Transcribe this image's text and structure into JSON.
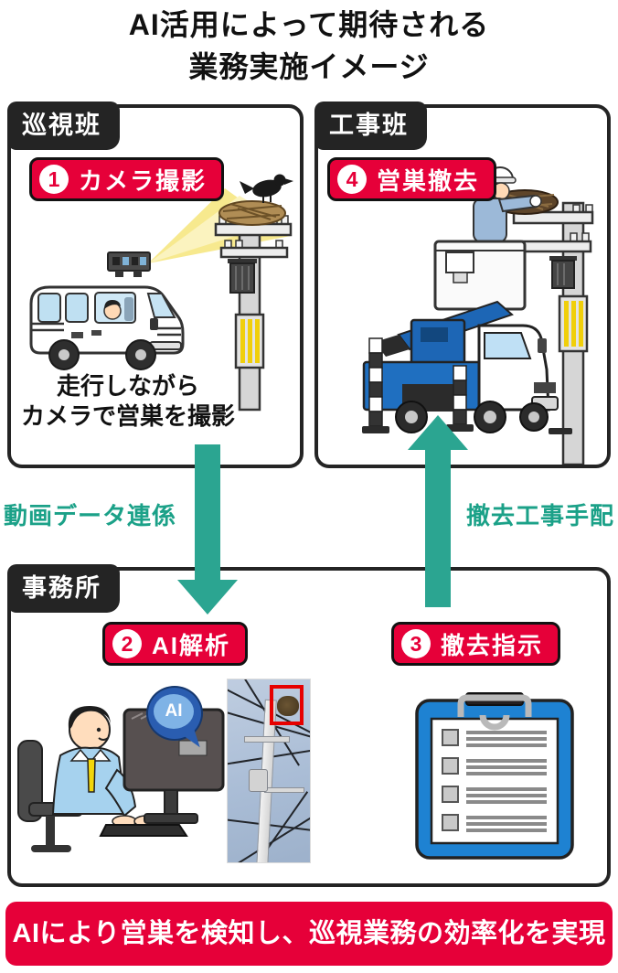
{
  "title": {
    "line1": "AI活用によって期待される",
    "line2": "業務実施イメージ"
  },
  "panels": {
    "patrol": {
      "label": "巡視班",
      "step_number": "1",
      "step_label": "カメラ撮影",
      "caption_line1": "走行しながら",
      "caption_line2": "カメラで営巣を撮影"
    },
    "construction": {
      "label": "工事班",
      "step_number": "4",
      "step_label": "営巣撤去"
    },
    "office": {
      "label": "事務所",
      "ai_step_number": "2",
      "ai_step_label": "AI解析",
      "removal_step_number": "3",
      "removal_step_label": "撤去指示",
      "ai_bubble_text": "AI"
    }
  },
  "flows": {
    "video_data_label": "動画データ連係",
    "removal_order_label": "撤去工事手配"
  },
  "banner": {
    "text": "AIにより営巣を検知し、巡視業務の効率化を実現"
  },
  "colors": {
    "badge_red": "#e60039",
    "arrow_teal": "#2ba591",
    "flow_text_teal": "#1ba188",
    "panel_border_dark": "#242424",
    "clipboard_blue": "#1e82d2",
    "beam_yellow": "#f7e98e",
    "detection_box_red": "#e60000",
    "ai_bubble_blue": "#2a5db0"
  }
}
